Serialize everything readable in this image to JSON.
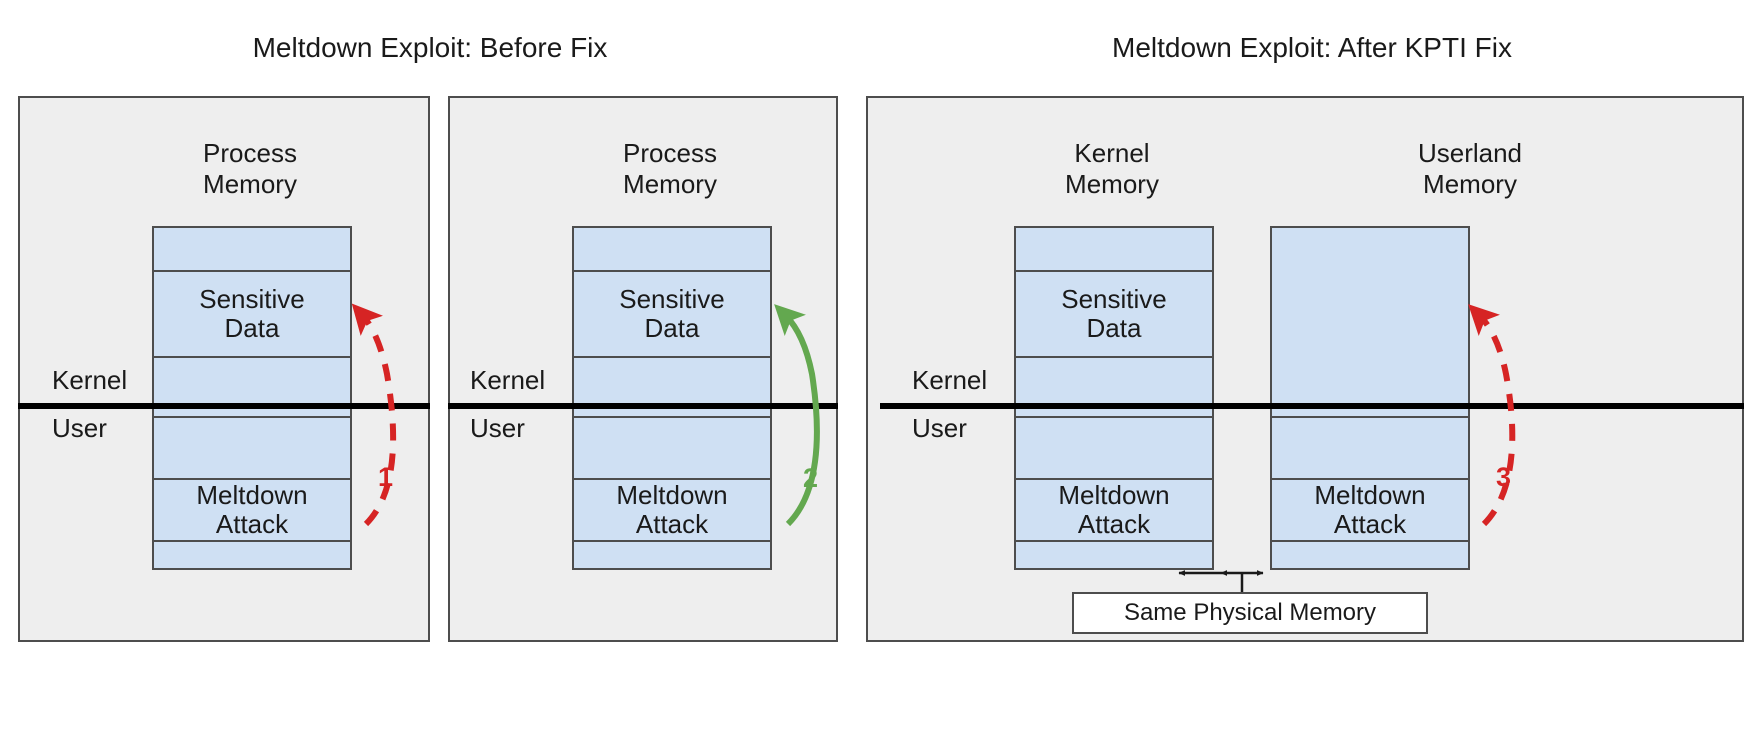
{
  "titles": {
    "before": "Meltdown Exploit: Before Fix",
    "after": "Meltdown Exploit: After KPTI Fix"
  },
  "labels": {
    "kernel": "Kernel",
    "user": "User",
    "process_memory_line1": "Process",
    "process_memory_line2": "Memory",
    "kernel_memory_line1": "Kernel",
    "kernel_memory_line2": "Memory",
    "userland_memory_line1": "Userland",
    "userland_memory_line2": "Memory",
    "sensitive_line1": "Sensitive",
    "sensitive_line2": "Data",
    "meltdown_line1": "Meltdown",
    "meltdown_line2": "Attack",
    "same_physical_memory": "Same Physical Memory"
  },
  "steps": {
    "step1": "1",
    "step2": "2",
    "step3": "3"
  },
  "colors": {
    "panel_fill": "#eeeeee",
    "panel_stroke": "#4d4d4d",
    "memory_fill": "#cfe0f3",
    "memory_stroke": "#4d4d4d",
    "divider": "#000000",
    "arrow_red": "#d62424",
    "arrow_green": "#63a84f",
    "text": "#1a1a1a",
    "page_background": "#ffffff"
  },
  "panels": [
    {
      "id": "panel-1",
      "column_title": [
        "Process",
        "Memory"
      ],
      "segments": [
        "",
        "Sensitive Data",
        "",
        "",
        "Meltdown Attack",
        ""
      ],
      "arrow": {
        "step": "1",
        "color": "#d62424",
        "style": "dashed",
        "direction": "up"
      }
    },
    {
      "id": "panel-2",
      "column_title": [
        "Process",
        "Memory"
      ],
      "segments": [
        "",
        "Sensitive Data",
        "",
        "",
        "Meltdown Attack",
        ""
      ],
      "arrow": {
        "step": "2",
        "color": "#63a84f",
        "style": "solid",
        "direction": "up"
      }
    },
    {
      "id": "panel-3",
      "columns": [
        {
          "column_title": [
            "Kernel",
            "Memory"
          ],
          "segments": [
            "",
            "Sensitive Data",
            "",
            "",
            "Meltdown Attack",
            ""
          ]
        },
        {
          "column_title": [
            "Userland",
            "Memory"
          ],
          "segments": [
            "",
            "",
            "Meltdown Attack",
            ""
          ]
        }
      ],
      "arrow": {
        "step": "3",
        "color": "#d62424",
        "style": "dashed",
        "direction": "up"
      },
      "link_note": "Same Physical Memory"
    }
  ]
}
